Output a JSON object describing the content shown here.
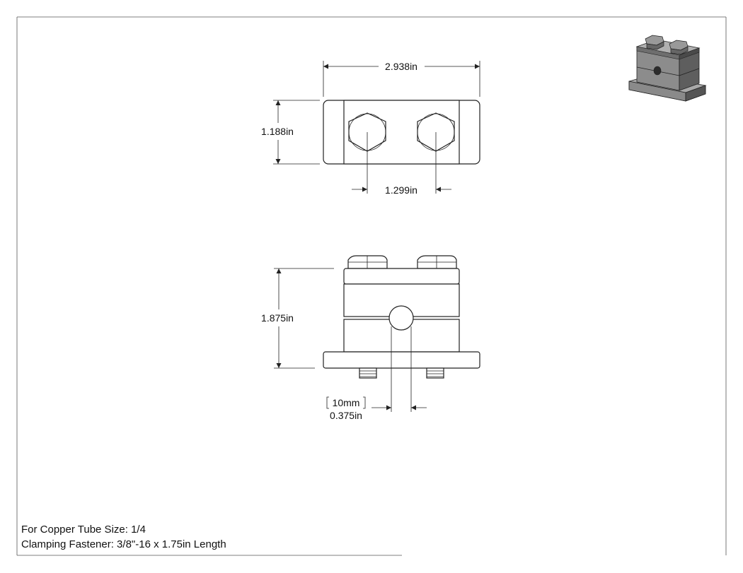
{
  "dimensions": {
    "top_width": "2.938in",
    "top_height": "1.188in",
    "bolt_spacing": "1.299in",
    "front_height": "1.875in",
    "bore_metric": "10mm",
    "bore_imperial": "0.375in"
  },
  "notes": {
    "tube_size": "For Copper Tube Size: 1/4",
    "fastener": "Clamping Fastener: 3/8\"-16 x 1.75in Length"
  },
  "colors": {
    "line": "#222222",
    "iso_dark": "#5a5a5a",
    "iso_mid": "#8a8a8a",
    "iso_light": "#b5b5b5"
  }
}
